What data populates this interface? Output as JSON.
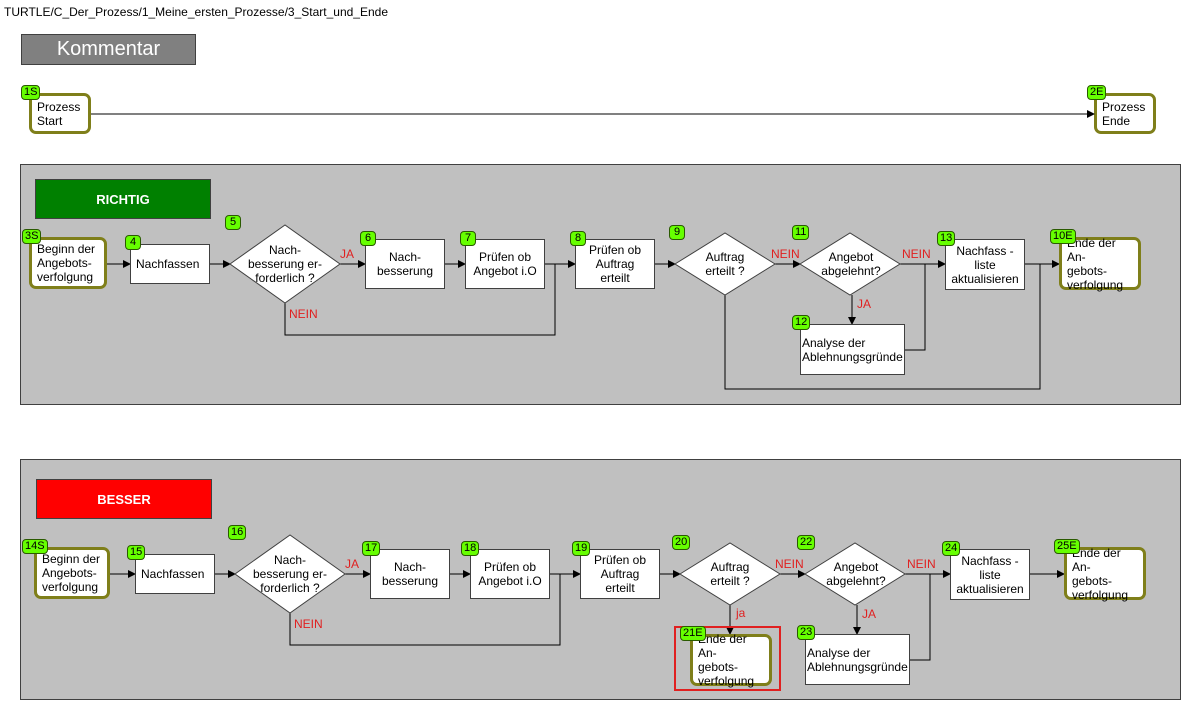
{
  "path": "TURTLE/C_Der_Prozess/1_Meine_ersten_Prozesse/3_Start_und_Ende",
  "kommentar": "Kommentar",
  "top": {
    "start": {
      "id": "1S",
      "text": "Prozess\nStart"
    },
    "end": {
      "id": "2E",
      "text": "Prozess\nEnde"
    }
  },
  "richtig": {
    "banner": "RICHTIG",
    "banner_color": "#008000",
    "n3": {
      "id": "3S",
      "text": "Beginn der\nAngebots-\nverfolgung"
    },
    "n4": {
      "id": "4",
      "text": "Nachfassen"
    },
    "n5": {
      "id": "5",
      "text": "Nach-\nbesserung er-\nforderlich ?"
    },
    "n6": {
      "id": "6",
      "text": "Nach-\nbesserung"
    },
    "n7": {
      "id": "7",
      "text": "Prüfen ob\nAngebot i.O"
    },
    "n8": {
      "id": "8",
      "text": "Prüfen ob\nAuftrag erteilt"
    },
    "n9": {
      "id": "9",
      "text": "Auftrag\nerteilt ?"
    },
    "n11": {
      "id": "11",
      "text": "Angebot\nabgelehnt?"
    },
    "n12": {
      "id": "12",
      "text": "Analyse der\nAblehnungsgründe"
    },
    "n13": {
      "id": "13",
      "text": "Nachfass -\nliste\naktualisieren"
    },
    "n10": {
      "id": "10E",
      "text": "Ende der An-\ngebots-\nverfolgung"
    },
    "labels": {
      "ja5": "JA",
      "nein5": "NEIN",
      "nein9": "NEIN",
      "nein11": "NEIN",
      "ja11": "JA"
    }
  },
  "besser": {
    "banner": "BESSER",
    "banner_color": "#ff0000",
    "n14": {
      "id": "14S",
      "text": "Beginn der\nAngebots-\nverfolgung"
    },
    "n15": {
      "id": "15",
      "text": "Nachfassen"
    },
    "n16": {
      "id": "16",
      "text": "Nach-\nbesserung er-\nforderlich ?"
    },
    "n17": {
      "id": "17",
      "text": "Nach-\nbesserung"
    },
    "n18": {
      "id": "18",
      "text": "Prüfen ob\nAngebot i.O"
    },
    "n19": {
      "id": "19",
      "text": "Prüfen ob\nAuftrag erteilt"
    },
    "n20": {
      "id": "20",
      "text": "Auftrag\nerteilt ?"
    },
    "n21": {
      "id": "21E",
      "text": "Ende der An-\ngebots-\nverfolgung"
    },
    "n22": {
      "id": "22",
      "text": "Angebot\nabgelehnt?"
    },
    "n23": {
      "id": "23",
      "text": "Analyse der\nAblehnungsgründe"
    },
    "n24": {
      "id": "24",
      "text": "Nachfass -\nliste\naktualisieren"
    },
    "n25": {
      "id": "25E",
      "text": "Ende der An-\ngebots-\nverfolgung"
    },
    "labels": {
      "ja16": "JA",
      "nein16": "NEIN",
      "ja20": "ja",
      "nein20": "NEIN",
      "nein22": "NEIN",
      "ja22": "JA"
    }
  }
}
